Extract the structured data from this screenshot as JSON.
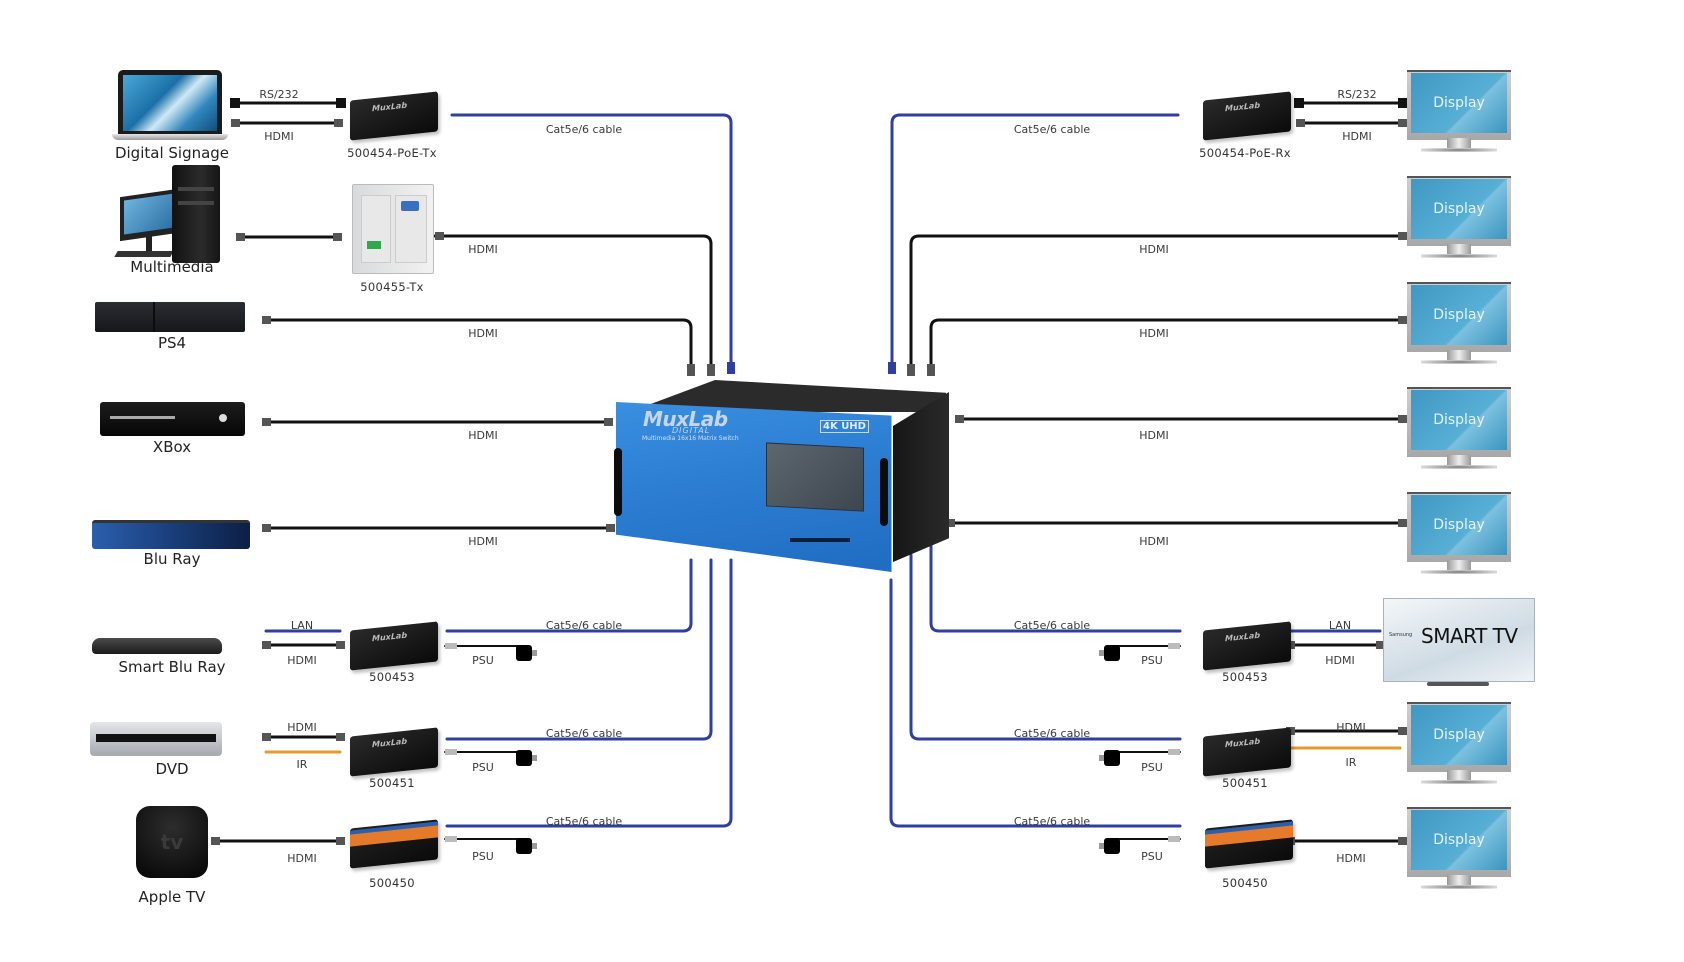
{
  "switch": {
    "brand": "MuxLab",
    "sub_brand": "DIGITAL",
    "model_text": "Multimedia 16x16 Matrix Switch",
    "badge": "4K UHD",
    "color": "#2d7fd4"
  },
  "colors": {
    "hdmi_cable": "#111111",
    "cat5_cable": "#2f3fa0",
    "ir_cable": "#e69a2e",
    "display_blue": "#4aa3cc"
  },
  "sources": [
    {
      "name": "Digital Signage",
      "icon": "laptop-icon"
    },
    {
      "name": "Multimedia",
      "icon": "workstation-icon"
    },
    {
      "name": "PS4",
      "icon": "ps4-console-icon"
    },
    {
      "name": "XBox",
      "icon": "xbox-console-icon"
    },
    {
      "name": "Blu Ray",
      "icon": "bluray-player-icon"
    },
    {
      "name": "Smart Blu Ray",
      "icon": "smart-bluray-player-icon"
    },
    {
      "name": "DVD",
      "icon": "dvd-player-icon"
    },
    {
      "name": "Apple TV",
      "icon": "apple-tv-icon",
      "glyph": "tv"
    }
  ],
  "transmitters": [
    {
      "model": "500454-PoE-Tx"
    },
    {
      "model": "500455-Tx"
    },
    {
      "model": "500453"
    },
    {
      "model": "500451"
    },
    {
      "model": "500450"
    }
  ],
  "receivers": [
    {
      "model": "500454-PoE-Rx"
    },
    {
      "model": "500453"
    },
    {
      "model": "500451"
    },
    {
      "model": "500450"
    }
  ],
  "displays": [
    {
      "label": "Display"
    },
    {
      "label": "Display"
    },
    {
      "label": "Display"
    },
    {
      "label": "Display"
    },
    {
      "label": "Display"
    },
    {
      "label": "Display"
    },
    {
      "label": "Display"
    }
  ],
  "smart_tv": {
    "brand": "Samsung",
    "label": "SMART TV"
  },
  "cable_labels": {
    "rs232": "RS/232",
    "hdmi": "HDMI",
    "cat5": "Cat5e/6 cable",
    "lan": "LAN",
    "ir": "IR",
    "psu": "PSU"
  },
  "box_logo": "MuxLab"
}
